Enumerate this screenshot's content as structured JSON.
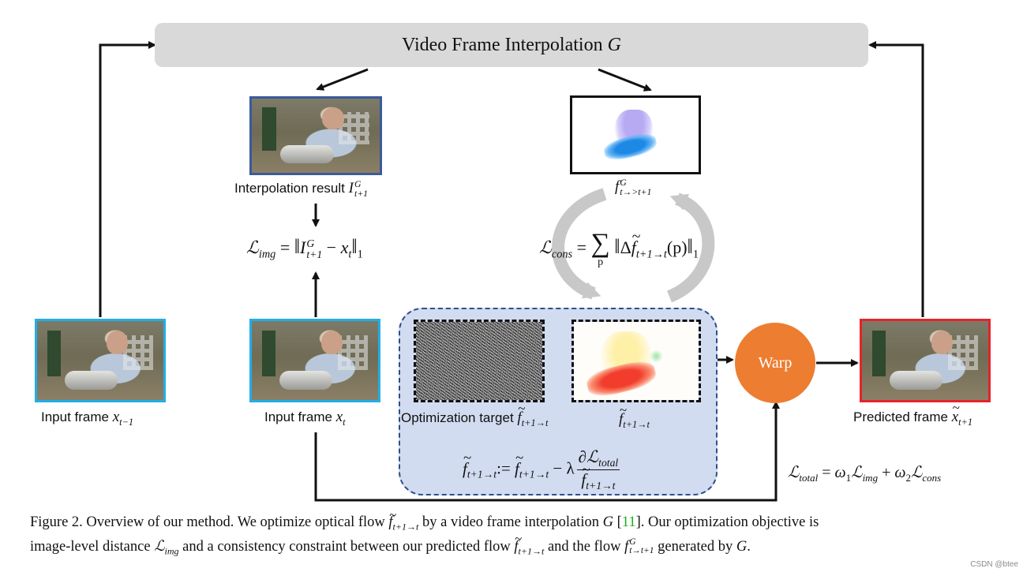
{
  "header": {
    "title_prefix": "Video Frame Interpolation",
    "title_symbol": "G"
  },
  "frames": {
    "input_prev": {
      "label": "Input frame",
      "math_base": "x",
      "math_sub": "t−1",
      "border_color": "#22aee6"
    },
    "input_cur": {
      "label": "Input frame",
      "math_base": "x",
      "math_sub": "t",
      "border_color": "#22aee6"
    },
    "interp": {
      "label": "Interpolation result",
      "math_base": "I",
      "math_sup": "G",
      "math_sub": "t+1",
      "border_color": "#3b5a9a"
    },
    "flow_g": {
      "math_base": "f",
      "math_sup": "G",
      "math_sub": "t→>t+1",
      "border_color": "#111111"
    },
    "opt_target": {
      "label": "Optimization target",
      "math_base": "f",
      "math_sub": "t+1→t"
    },
    "opt_result": {
      "math_base": "f",
      "math_sub": "t+1→t"
    },
    "predicted": {
      "label": "Predicted frame",
      "math_base": "x",
      "math_sub": "t+1",
      "border_color": "#e5232a"
    }
  },
  "warp": {
    "label": "Warp",
    "color": "#ed7d31"
  },
  "equations": {
    "img": {
      "lhs": "ℒ",
      "lhs_sub": "img",
      "op": "=",
      "a": "I",
      "a_sup": "G",
      "a_sub": "t+1",
      "minus": "−",
      "b": "x",
      "b_sub": "t",
      "norm_sub": "1"
    },
    "cons": {
      "lhs": "ℒ",
      "lhs_sub": "cons",
      "op": "=",
      "sum": "∑",
      "sum_sub": "p",
      "delta": "Δ",
      "f": "f",
      "f_sub": "t+1→t",
      "arg": "(p)",
      "norm_sub": "1"
    },
    "update": {
      "lhs": "f",
      "lhs_sub": "t+1→t",
      "op": ":=",
      "f": "f",
      "f_sub": "t+1→t",
      "minus": "−",
      "lambda": "λ",
      "num": "∂ℒ",
      "num_sub": "total",
      "den": "f",
      "den_sub": "t+1→t"
    },
    "total": {
      "lhs": "ℒ",
      "lhs_sub": "total",
      "op": "=",
      "w1": "ω",
      "w1_sub": "1",
      "l1": "ℒ",
      "l1_sub": "img",
      "plus": "+",
      "w2": "ω",
      "w2_sub": "2",
      "l2": "ℒ",
      "l2_sub": "cons"
    }
  },
  "caption": {
    "p1": "Figure 2. Overview of our method. We optimize optical flow ",
    "p1_math": "f",
    "p1_math_sub": "t+1→t",
    "p2": " by a video frame interpolation ",
    "p2_math": "G",
    "p3_open": " [",
    "cite": "11",
    "p3_close": "]. Our optimization objective is",
    "p4": "image-level distance ",
    "p4_math": "ℒ",
    "p4_math_sub": "img",
    "p5": " and a consistency constraint between our predicted flow ",
    "p5_math": "f",
    "p5_math_sub": "t+1→t",
    "p6": " and the flow ",
    "p6_math": "f",
    "p6_math_sup": "G",
    "p6_math_sub": "t→t+1",
    "p7": " generated by ",
    "p7_math": "G",
    "p7_end": "."
  },
  "watermark": "CSDN @btee"
}
